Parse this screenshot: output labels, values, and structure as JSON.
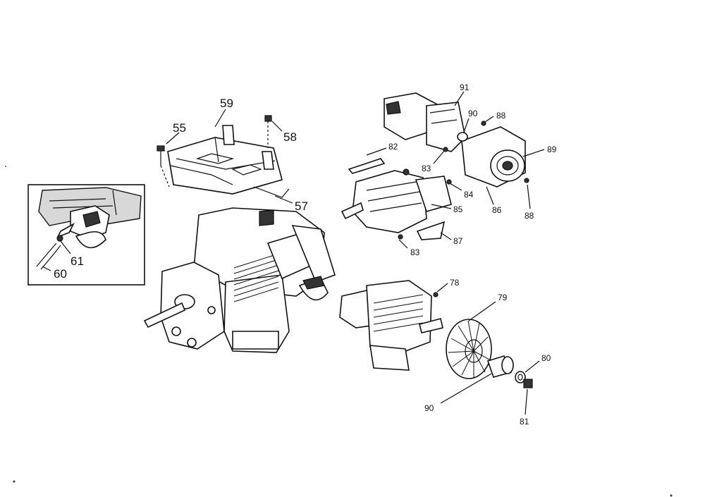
{
  "labels": {
    "p55": "55",
    "p57": "57",
    "p58": "58",
    "p59": "59",
    "p60": "60",
    "p61": "61",
    "p78": "78",
    "p79": "79",
    "p80": "80",
    "p81": "81",
    "p82": "82",
    "p83a": "83",
    "p83b": "83",
    "p84": "84",
    "p85": "85",
    "p86": "86",
    "p87": "87",
    "p88a": "88",
    "p88b": "88",
    "p89": "89",
    "p90a": "90",
    "p90b": "90",
    "p91": "91"
  }
}
